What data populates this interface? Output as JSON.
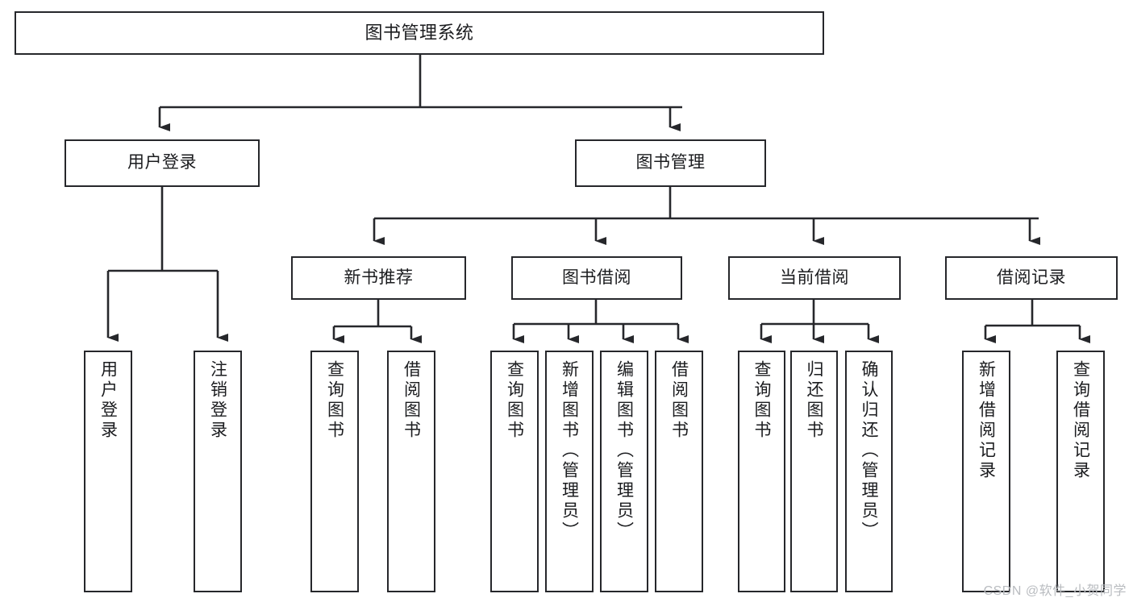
{
  "diagram": {
    "type": "tree",
    "title": "图书管理系统",
    "stroke_color": "#26272b",
    "fill_color": "#ffffff",
    "text_color": "#1b1c1f",
    "nodes": {
      "root": {
        "label": "图书管理系统"
      },
      "level2": [
        {
          "label": "用户登录"
        },
        {
          "label": "图书管理"
        }
      ],
      "level3": [
        {
          "label": "新书推荐"
        },
        {
          "label": "图书借阅"
        },
        {
          "label": "当前借阅"
        },
        {
          "label": "借阅记录"
        }
      ],
      "leaves": {
        "user_login": [
          {
            "label": "用户登录"
          },
          {
            "label": "注销登录"
          }
        ],
        "new_book_recommend": [
          {
            "label": "查询图书"
          },
          {
            "label": "借阅图书"
          }
        ],
        "book_borrow": [
          {
            "label": "查询图书"
          },
          {
            "label": "新增图书（管理员）"
          },
          {
            "label": "编辑图书（管理员）"
          },
          {
            "label": "借阅图书"
          }
        ],
        "current_borrow": [
          {
            "label": "查询图书"
          },
          {
            "label": "归还图书"
          },
          {
            "label": "确认归还（管理员）"
          }
        ],
        "borrow_records": [
          {
            "label": "新增借阅记录"
          },
          {
            "label": "查询借阅记录"
          }
        ]
      }
    }
  },
  "watermark": {
    "text": "CSDN @软件_小贺同学"
  }
}
